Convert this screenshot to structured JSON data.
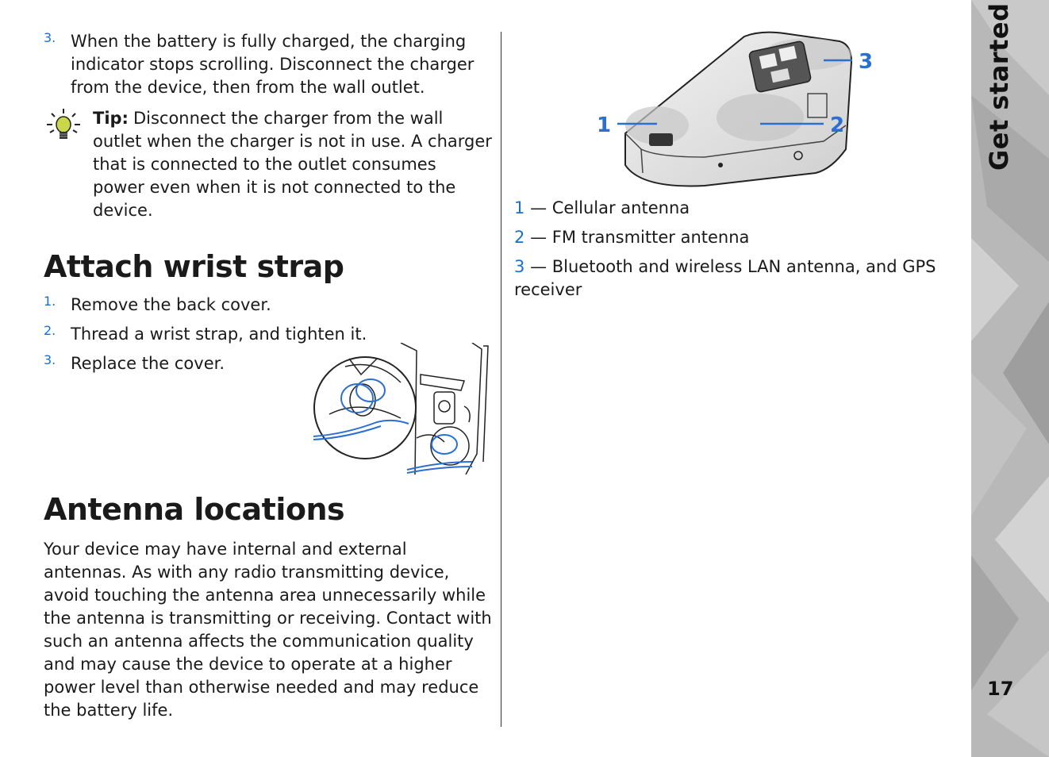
{
  "left": {
    "step3_num": "3.",
    "step3_text": "When the battery is fully charged, the charging indicator stops scrolling. Disconnect the charger from the device, then from the wall outlet.",
    "tip_label": "Tip:",
    "tip_text": "Disconnect the charger from the wall outlet when the charger is not in use. A charger that is connected to the outlet consumes power even when it is not connected to the device.",
    "wrist_heading": "Attach wrist strap",
    "wrist_steps": [
      {
        "num": "1.",
        "text": "Remove the back cover."
      },
      {
        "num": "2.",
        "text": "Thread a wrist strap, and tighten it."
      },
      {
        "num": "3.",
        "text": "Replace the cover."
      }
    ],
    "antenna_heading": "Antenna locations",
    "antenna_body": "Your device may have internal and external antennas. As with any radio transmitting device, avoid touching the antenna area unnecessarily while the antenna is transmitting or receiving. Contact with such an antenna affects the communication quality and may cause the device to operate at a higher power level than otherwise needed and may reduce the battery life."
  },
  "right": {
    "diagram_labels": [
      "1",
      "2",
      "3"
    ],
    "legend": [
      {
        "num": "1",
        "text": "— Cellular antenna"
      },
      {
        "num": "2",
        "text": "— FM transmitter antenna"
      },
      {
        "num": "3",
        "text": "— Bluetooth and wireless LAN antenna, and GPS receiver"
      }
    ]
  },
  "sidebar": {
    "section_title": "Get started",
    "page_number": "17"
  },
  "colors": {
    "accent": "#1a6fd1",
    "sidebar_bg": "#b8b8b8"
  },
  "icons": [
    "lightbulb-tip-icon"
  ]
}
